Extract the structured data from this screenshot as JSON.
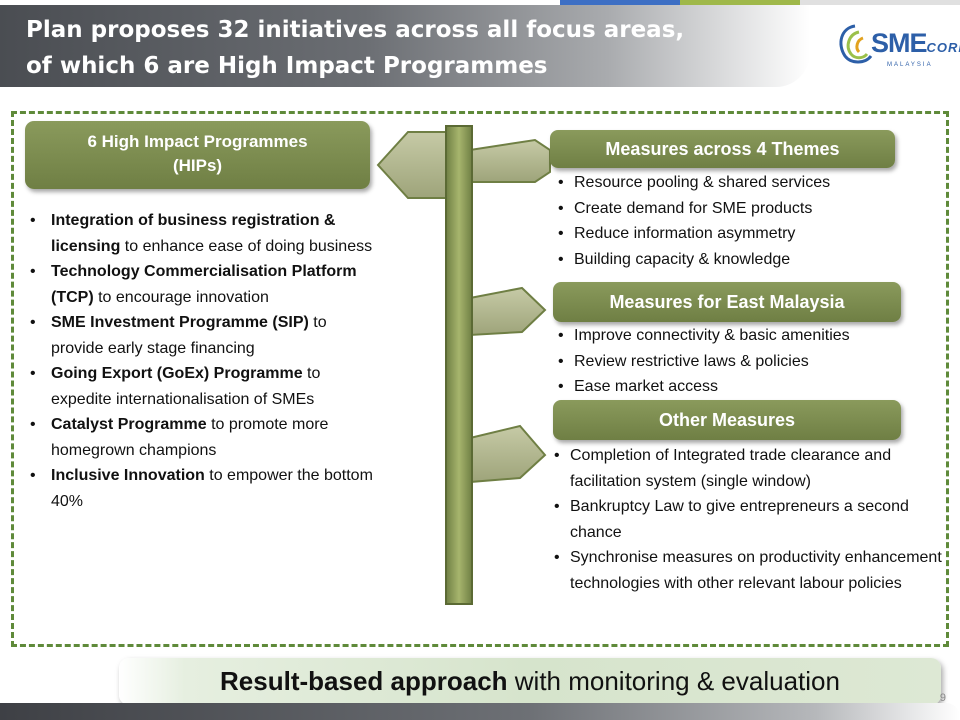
{
  "title": {
    "line1": "Plan proposes 32 initiatives across all focus areas,",
    "line2": "of which 6 are High Impact Programmes"
  },
  "logo": {
    "brand_main": "SME",
    "brand_sub": "CORP",
    "country": "MALAYSIA"
  },
  "colors": {
    "olive_header": "#7a8a4e",
    "frame_dash": "#5f8a3a",
    "signpost_fill": "#b3b892",
    "brand_blue": "#2d5fa8"
  },
  "left_panel": {
    "header_line1": "6 High Impact Programmes",
    "header_line2": "(HIPs)",
    "items": [
      {
        "bold": "Integration of business registration & licensing",
        "rest": " to enhance ease of doing business"
      },
      {
        "bold": "Technology Commercialisation Platform (TCP)",
        "rest": " to encourage innovation"
      },
      {
        "bold": "SME Investment Programme (SIP)",
        "rest": " to provide early stage financing"
      },
      {
        "bold": "Going Export (GoEx) Programme",
        "rest": " to expedite internationalisation of SMEs"
      },
      {
        "bold": "Catalyst Programme",
        "rest": " to promote more homegrown champions"
      },
      {
        "bold": "Inclusive Innovation",
        "rest": " to empower the bottom 40%"
      }
    ]
  },
  "themes": {
    "header": "Measures across 4 Themes",
    "items": [
      "Resource pooling & shared services",
      "Create demand for SME products",
      "Reduce information asymmetry",
      "Building capacity & knowledge"
    ]
  },
  "east_malaysia": {
    "header": "Measures for East Malaysia",
    "items": [
      "Improve connectivity & basic amenities",
      "Review restrictive laws & policies",
      "Ease market access"
    ]
  },
  "other": {
    "header": "Other Measures",
    "items": [
      "Completion of Integrated trade clearance and facilitation system (single window)",
      "Bankruptcy Law to give entrepreneurs a second chance",
      "Synchronise measures on productivity enhancement technologies with other relevant labour policies"
    ]
  },
  "banner": {
    "bold": "Result-based approach",
    "rest": " with monitoring & evaluation"
  },
  "page_number": "9"
}
